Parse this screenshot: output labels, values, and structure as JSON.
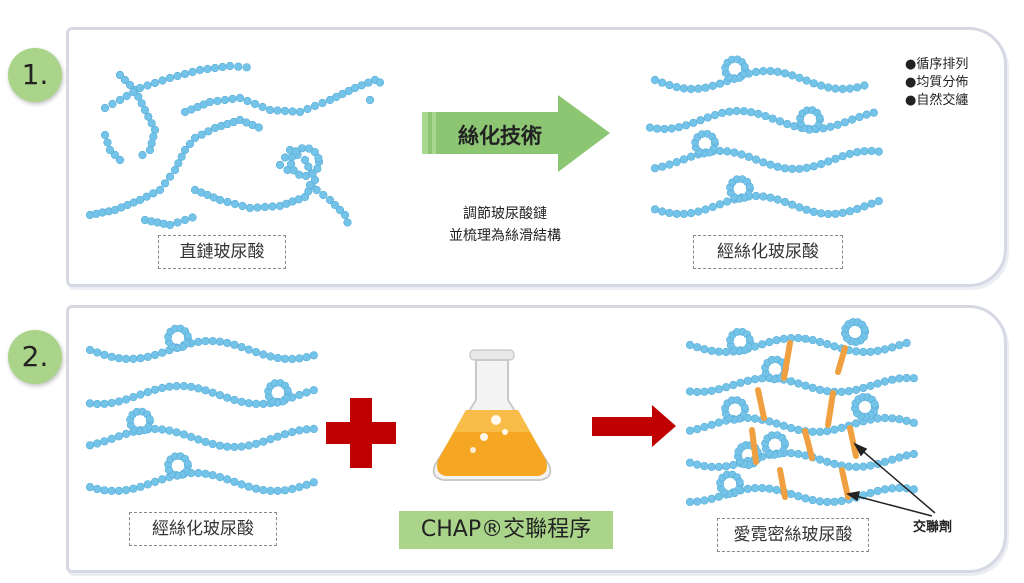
{
  "steps": {
    "one": "1.",
    "two": "2."
  },
  "panel1": {
    "left_label": "直鏈玻尿酸",
    "arrow_text": "絲化技術",
    "caption_line1": "調節玻尿酸鏈",
    "caption_line2": "並梳理為絲滑結構",
    "right_label": "經絲化玻尿酸",
    "legend": [
      "●循序排列",
      "●均質分佈",
      "●自然交纏"
    ]
  },
  "panel2": {
    "left_label": "經絲化玻尿酸",
    "chap_label": "CHAP®交聯程序",
    "right_label": "愛霓密絲玻尿酸",
    "crosslinker_label": "交聯劑"
  },
  "colors": {
    "bead": "#74c3e8",
    "bead_stroke": "#5aaed8",
    "step_badge": "#a9d48a",
    "green_arrow": "#8cc673",
    "red_arrow": "#c00000",
    "crosslinker": "#f0a040",
    "flask_liquid": "#f5a623"
  },
  "icons": [
    "plus-icon",
    "flask-icon",
    "green-arrow-icon",
    "red-arrow-icon"
  ]
}
